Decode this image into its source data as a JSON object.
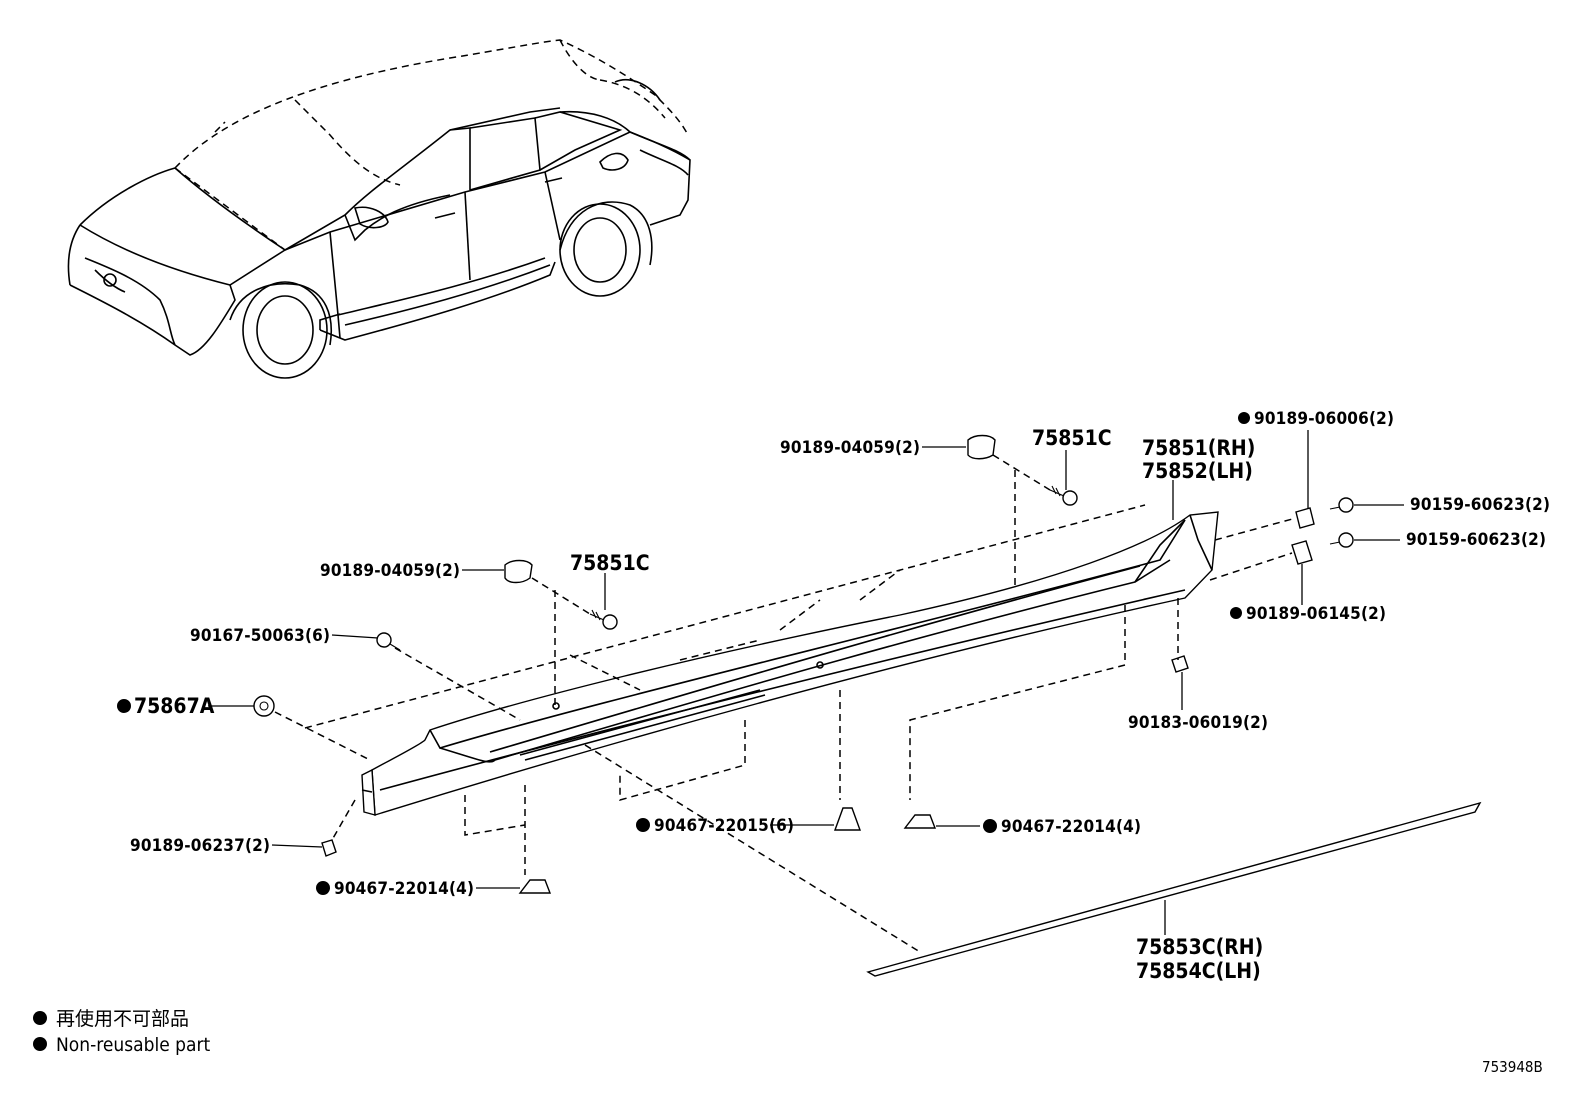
{
  "callouts": [
    {
      "id": "c1",
      "text": "90189-04059(2)",
      "marked": false
    },
    {
      "id": "c2",
      "text": "75851C",
      "marked": false
    },
    {
      "id": "c3",
      "text": "75851(RH)",
      "marked": false
    },
    {
      "id": "c4",
      "text": "75852(LH)",
      "marked": false
    },
    {
      "id": "c5",
      "text": "90189-06006(2)",
      "marked": true
    },
    {
      "id": "c6",
      "text": "90159-60623(2)",
      "marked": false
    },
    {
      "id": "c7",
      "text": "90159-60623(2)",
      "marked": false
    },
    {
      "id": "c8",
      "text": "90189-06145(2)",
      "marked": true
    },
    {
      "id": "c9",
      "text": "90189-04059(2)",
      "marked": false
    },
    {
      "id": "c10",
      "text": "75851C",
      "marked": false
    },
    {
      "id": "c11",
      "text": "90167-50063(6)",
      "marked": false
    },
    {
      "id": "c12",
      "text": "75867A",
      "marked": true
    },
    {
      "id": "c13",
      "text": "90183-06019(2)",
      "marked": false
    },
    {
      "id": "c14",
      "text": "90189-06237(2)",
      "marked": false
    },
    {
      "id": "c15",
      "text": "90467-22015(6)",
      "marked": true
    },
    {
      "id": "c16",
      "text": "90467-22014(4)",
      "marked": true
    },
    {
      "id": "c17",
      "text": "90467-22014(4)",
      "marked": true
    },
    {
      "id": "c18",
      "text": "75853C(RH)",
      "marked": false
    },
    {
      "id": "c19",
      "text": "75854C(LH)",
      "marked": false
    }
  ],
  "legend": {
    "line1": "再使用不可部品",
    "line2": "Non-reusable part"
  },
  "diagram_code": "753948B"
}
